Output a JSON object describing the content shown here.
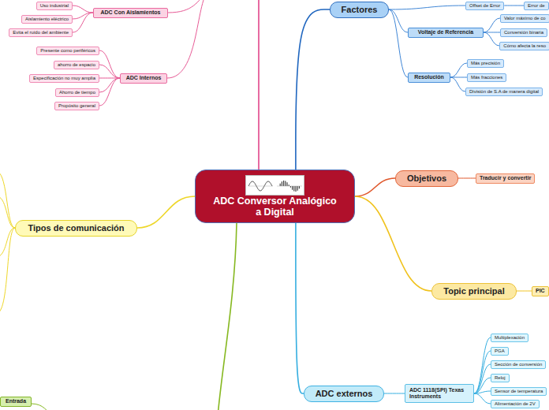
{
  "diagram": {
    "nodes": [
      {
        "text": [
          "ADC Conversor Analógico a Digital"
        ]
      },
      {
        "text": [
          "ADC Con Aislamientos"
        ]
      },
      {
        "text": [
          "Uso industrial"
        ]
      },
      {
        "text": [
          "Aislamiento eléctrico"
        ]
      },
      {
        "text": [
          "Evita el ruido del ambiente"
        ]
      },
      {
        "text": [
          "ADC Internos"
        ]
      },
      {
        "text": [
          "Presente como periféricos"
        ]
      },
      {
        "text": [
          "ahorro de espacio"
        ]
      },
      {
        "text": [
          "Especificación no muy amplia"
        ]
      },
      {
        "text": [
          "Ahorro de tiempo"
        ]
      },
      {
        "text": [
          "Propósito general"
        ]
      },
      {
        "text": [
          "Factores"
        ]
      },
      {
        "text": [
          "Offset de Error"
        ]
      },
      {
        "text": [
          "Error de"
        ]
      },
      {
        "text": [
          "Voltaje de Referencia"
        ]
      },
      {
        "text": [
          "Valor máximo de co"
        ]
      },
      {
        "text": [
          "Conversión binaria"
        ]
      },
      {
        "text": [
          "Cómo afecta la reso"
        ]
      },
      {
        "text": [
          "Resolución"
        ]
      },
      {
        "text": [
          "Más precisión"
        ]
      },
      {
        "text": [
          "Más fracciones"
        ]
      },
      {
        "text": [
          "División de S.A de manera digital"
        ]
      },
      {
        "text": [
          "Objetivos"
        ]
      },
      {
        "text": [
          "Traducir y convertir"
        ]
      },
      {
        "text": [
          "Tipos de comunicación"
        ]
      },
      {
        "text": [
          "Topic principal"
        ]
      },
      {
        "text": [
          "PIC"
        ]
      },
      {
        "text": [
          "ADC externos"
        ]
      },
      {
        "text": [
          "ADC 1118(SPI) Texas Instruments"
        ]
      },
      {
        "text": [
          "Multiplexación"
        ]
      },
      {
        "text": [
          "PGA"
        ]
      },
      {
        "text": [
          "Sección de conversión"
        ]
      },
      {
        "text": [
          "Reloj"
        ]
      },
      {
        "text": [
          "Sensor de temperatura"
        ]
      },
      {
        "text": [
          "Alimentación de 2V"
        ]
      },
      {
        "text": [
          "Entrada"
        ]
      }
    ],
    "edges": [
      {
        "from": 0,
        "to": 11,
        "arrow": "none"
      },
      {
        "from": 0,
        "to": 22,
        "arrow": "none"
      },
      {
        "from": 0,
        "to": 25,
        "arrow": "none"
      },
      {
        "from": 0,
        "to": 27,
        "arrow": "none"
      },
      {
        "from": 0,
        "to": 24,
        "arrow": "none"
      },
      {
        "from": 1,
        "to": 2,
        "arrow": "none"
      },
      {
        "from": 1,
        "to": 3,
        "arrow": "none"
      },
      {
        "from": 1,
        "to": 4,
        "arrow": "none"
      },
      {
        "from": 5,
        "to": 6,
        "arrow": "none"
      },
      {
        "from": 5,
        "to": 7,
        "arrow": "none"
      },
      {
        "from": 5,
        "to": 8,
        "arrow": "none"
      },
      {
        "from": 5,
        "to": 9,
        "arrow": "none"
      },
      {
        "from": 5,
        "to": 10,
        "arrow": "none"
      },
      {
        "from": 11,
        "to": 12,
        "arrow": "none"
      },
      {
        "from": 12,
        "to": 13,
        "arrow": "none"
      },
      {
        "from": 11,
        "to": 14,
        "arrow": "none"
      },
      {
        "from": 11,
        "to": 18,
        "arrow": "none"
      },
      {
        "from": 14,
        "to": 15,
        "arrow": "none"
      },
      {
        "from": 14,
        "to": 16,
        "arrow": "none"
      },
      {
        "from": 14,
        "to": 17,
        "arrow": "none"
      },
      {
        "from": 18,
        "to": 19,
        "arrow": "none"
      },
      {
        "from": 18,
        "to": 20,
        "arrow": "none"
      },
      {
        "from": 18,
        "to": 21,
        "arrow": "none"
      },
      {
        "from": 22,
        "to": 23,
        "arrow": "none"
      },
      {
        "from": 25,
        "to": 26,
        "arrow": "none"
      },
      {
        "from": 27,
        "to": 28,
        "arrow": "none"
      },
      {
        "from": 28,
        "to": 29,
        "arrow": "none"
      },
      {
        "from": 28,
        "to": 30,
        "arrow": "none"
      },
      {
        "from": 28,
        "to": 31,
        "arrow": "none"
      },
      {
        "from": 28,
        "to": 32,
        "arrow": "none"
      },
      {
        "from": 28,
        "to": 33,
        "arrow": "none"
      },
      {
        "from": 28,
        "to": 34,
        "arrow": "none"
      }
    ]
  }
}
